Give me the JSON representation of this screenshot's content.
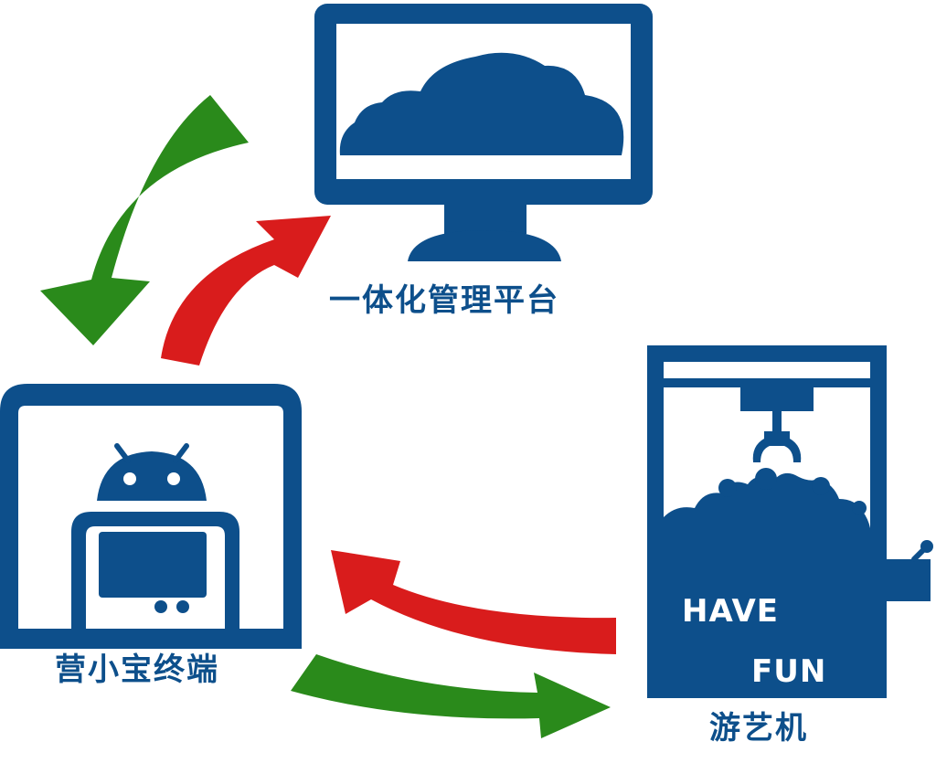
{
  "nodes": {
    "platform": {
      "label": "一体化管理平台"
    },
    "terminal": {
      "label": "营小宝终端"
    },
    "arcade": {
      "label": "游艺机",
      "sign_line1": "HAVE",
      "sign_line2": "FUN"
    }
  },
  "icons": {
    "platform": "cloud-monitor-icon",
    "terminal": "android-terminal-icon",
    "arcade": "claw-machine-icon"
  },
  "colors": {
    "primary_blue": "#0d4f8b",
    "arrow_green": "#2a8a1b",
    "arrow_red": "#d91c1c",
    "background": "#ffffff"
  }
}
